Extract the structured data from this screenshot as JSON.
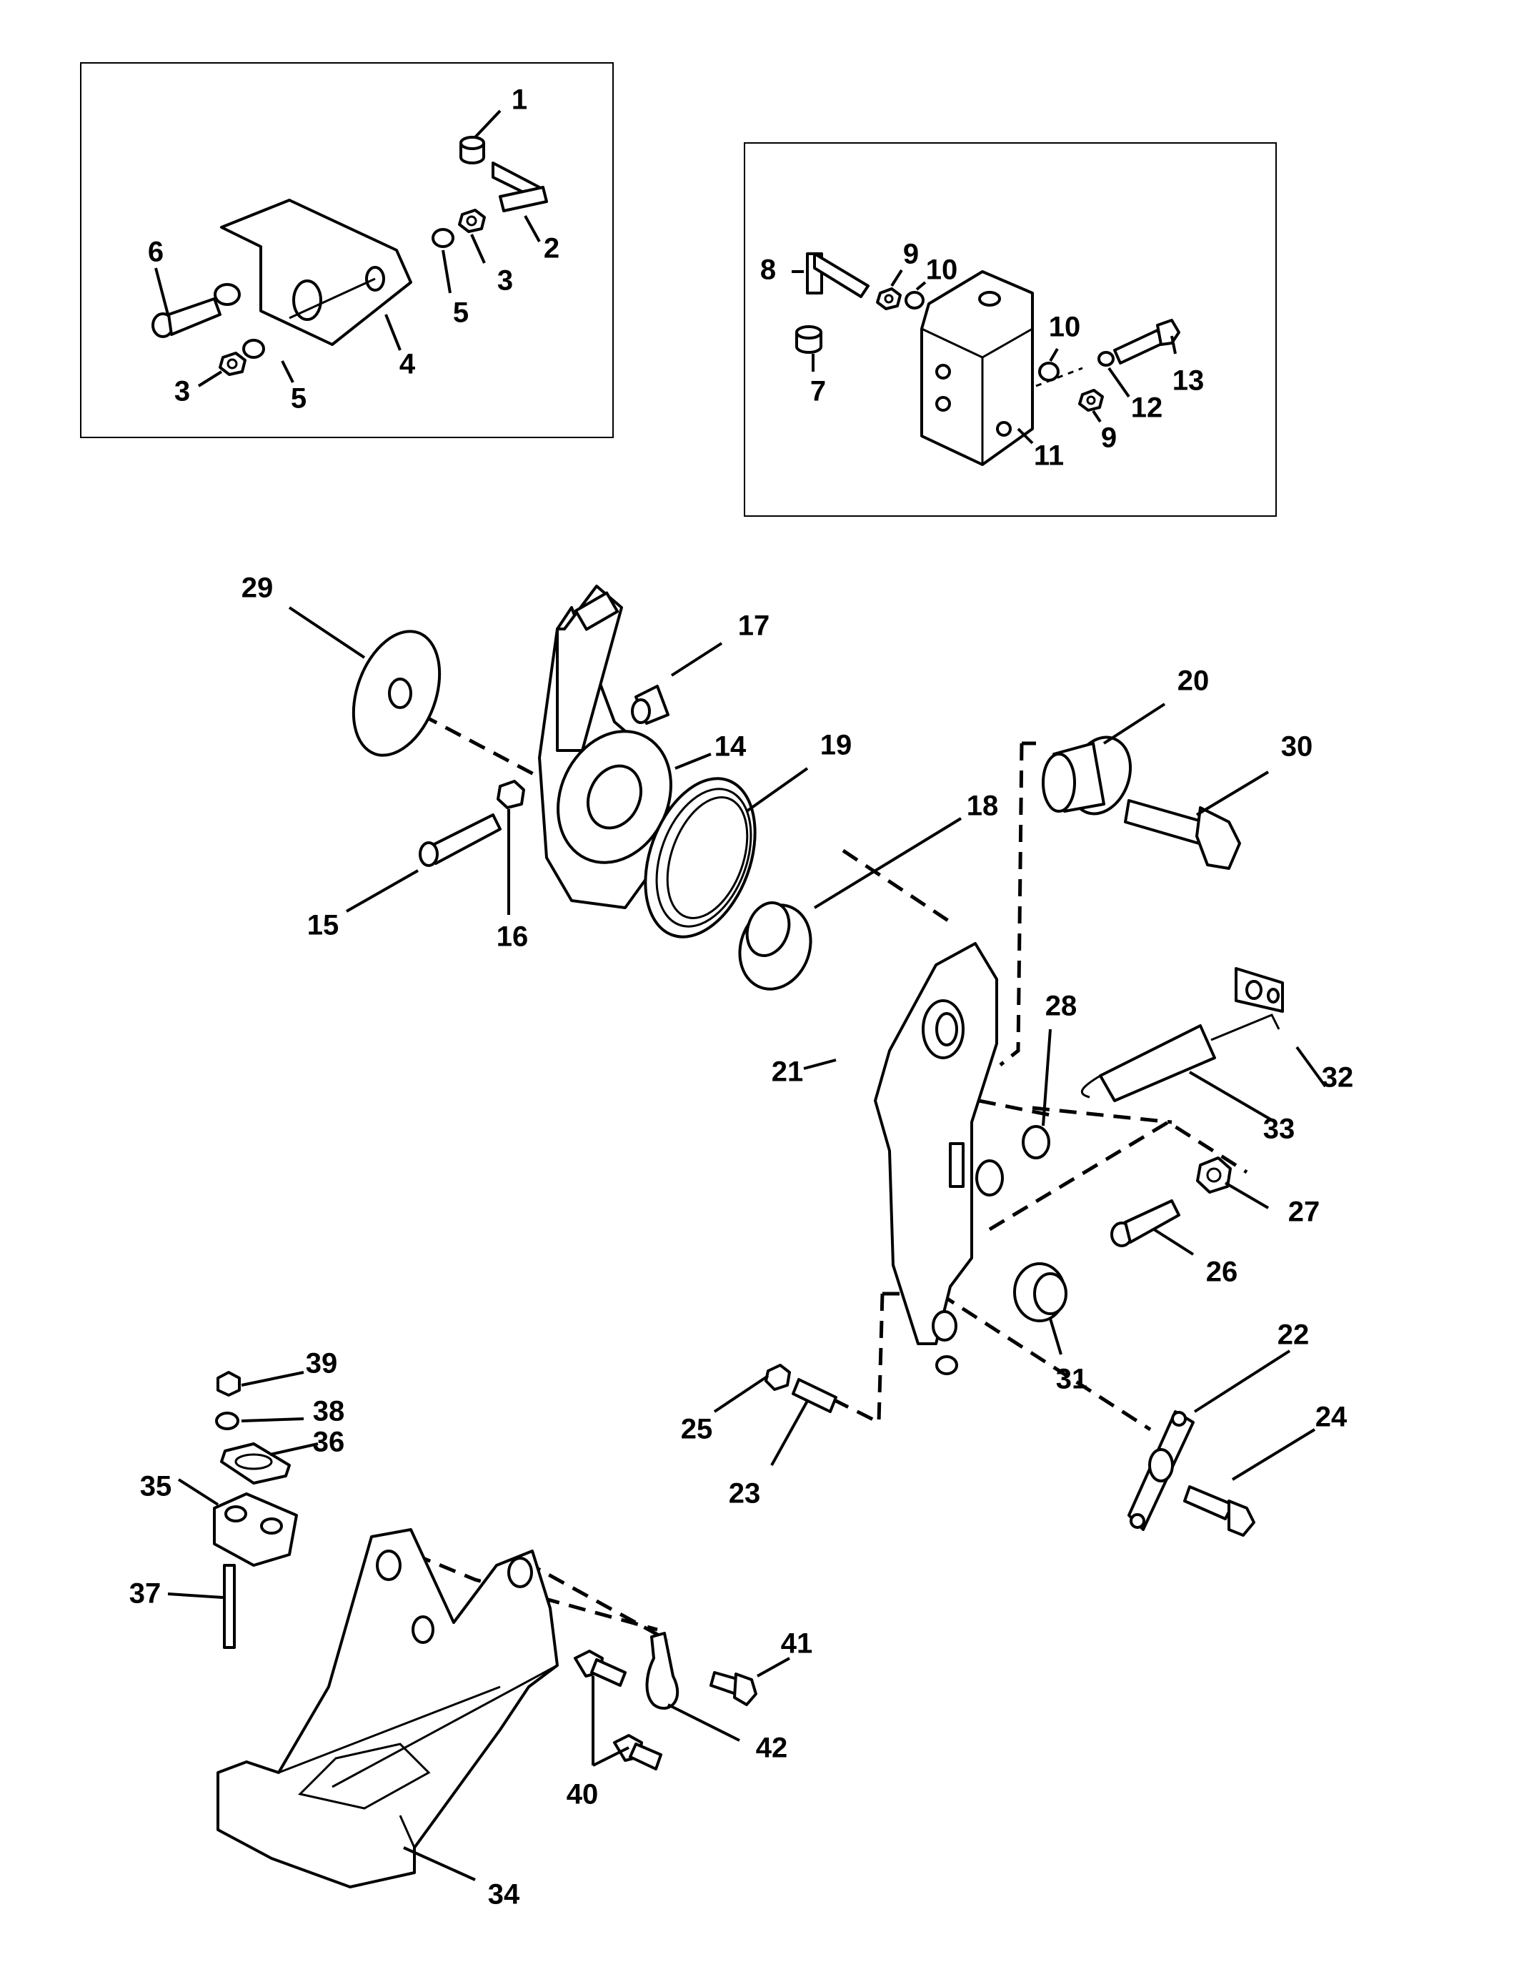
{
  "callouts": {
    "n1": "1",
    "n2": "2",
    "n3a": "3",
    "n3b": "3",
    "n4": "4",
    "n5a": "5",
    "n5b": "5",
    "n6": "6",
    "n7": "7",
    "n8": "8",
    "n9a": "9",
    "n9b": "9",
    "n10a": "10",
    "n10b": "10",
    "n11": "11",
    "n12": "12",
    "n13": "13",
    "n14": "14",
    "n15": "15",
    "n16": "16",
    "n17": "17",
    "n18": "18",
    "n19": "19",
    "n20": "20",
    "n21": "21",
    "n22": "22",
    "n23": "23",
    "n24": "24",
    "n25": "25",
    "n26": "26",
    "n27": "27",
    "n28": "28",
    "n29": "29",
    "n30": "30",
    "n31": "31",
    "n32": "32",
    "n33": "33",
    "n34": "34",
    "n35": "35",
    "n36": "36",
    "n37": "37",
    "n38": "38",
    "n39": "39",
    "n40": "40",
    "n41": "41",
    "n42": "42"
  }
}
